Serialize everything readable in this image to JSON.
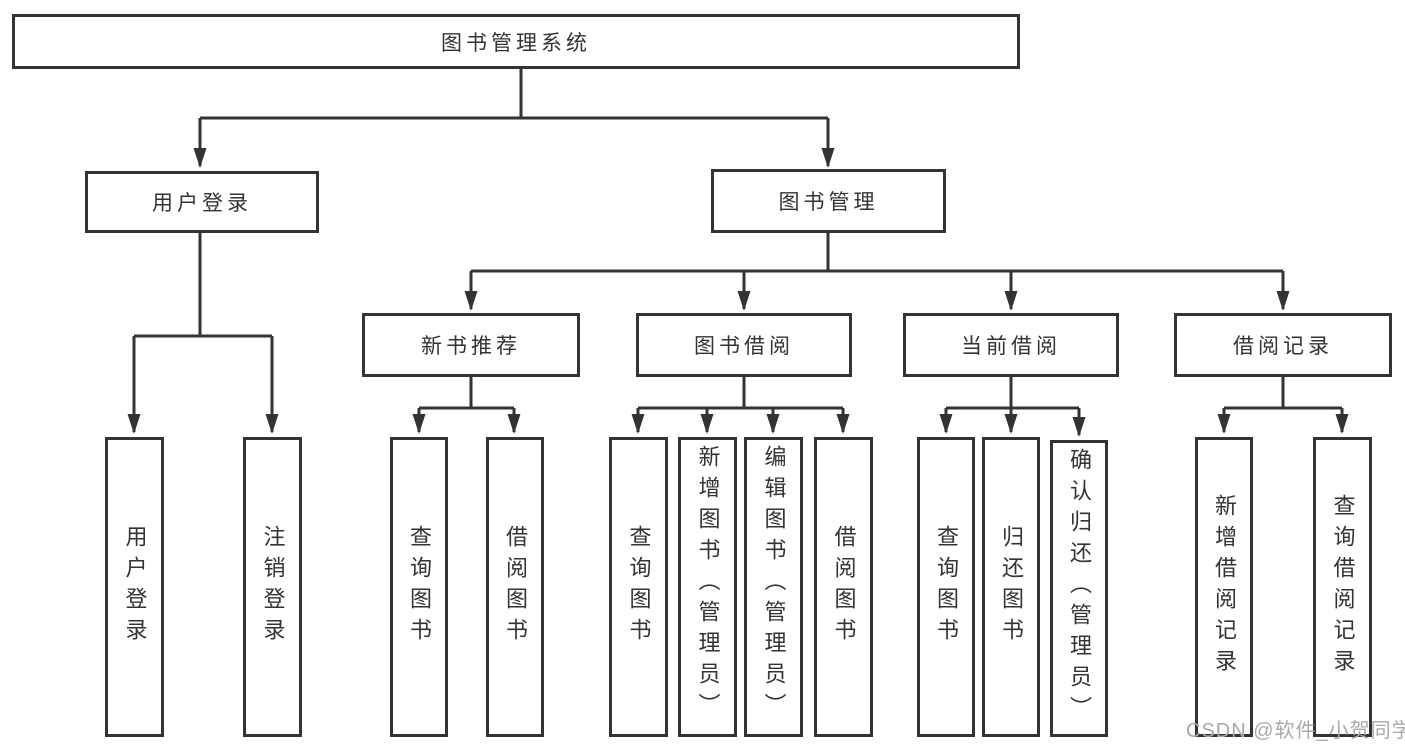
{
  "diagram": {
    "root": {
      "label": "图书管理系统"
    },
    "branches": [
      {
        "label": "用户登录",
        "children": [
          {
            "label": "用户登录"
          },
          {
            "label": "注销登录"
          }
        ]
      },
      {
        "label": "图书管理",
        "groups": [
          {
            "label": "新书推荐",
            "children": [
              {
                "label": "查询图书"
              },
              {
                "label": "借阅图书"
              }
            ]
          },
          {
            "label": "图书借阅",
            "children": [
              {
                "label": "查询图书"
              },
              {
                "label": "新增图书（管理员）"
              },
              {
                "label": "编辑图书（管理员）"
              },
              {
                "label": "借阅图书"
              }
            ]
          },
          {
            "label": "当前借阅",
            "children": [
              {
                "label": "查询图书"
              },
              {
                "label": "归还图书"
              },
              {
                "label": "确认归还（管理员）"
              }
            ]
          },
          {
            "label": "借阅记录",
            "children": [
              {
                "label": "新增借阅记录"
              },
              {
                "label": "查询借阅记录"
              }
            ]
          }
        ]
      }
    ]
  },
  "colors": {
    "line": "#333333",
    "text": "#333333",
    "background": "#ffffff",
    "watermark": "#a9a9a9"
  },
  "watermark": {
    "text": "CSDN @软件_小贺同学"
  }
}
